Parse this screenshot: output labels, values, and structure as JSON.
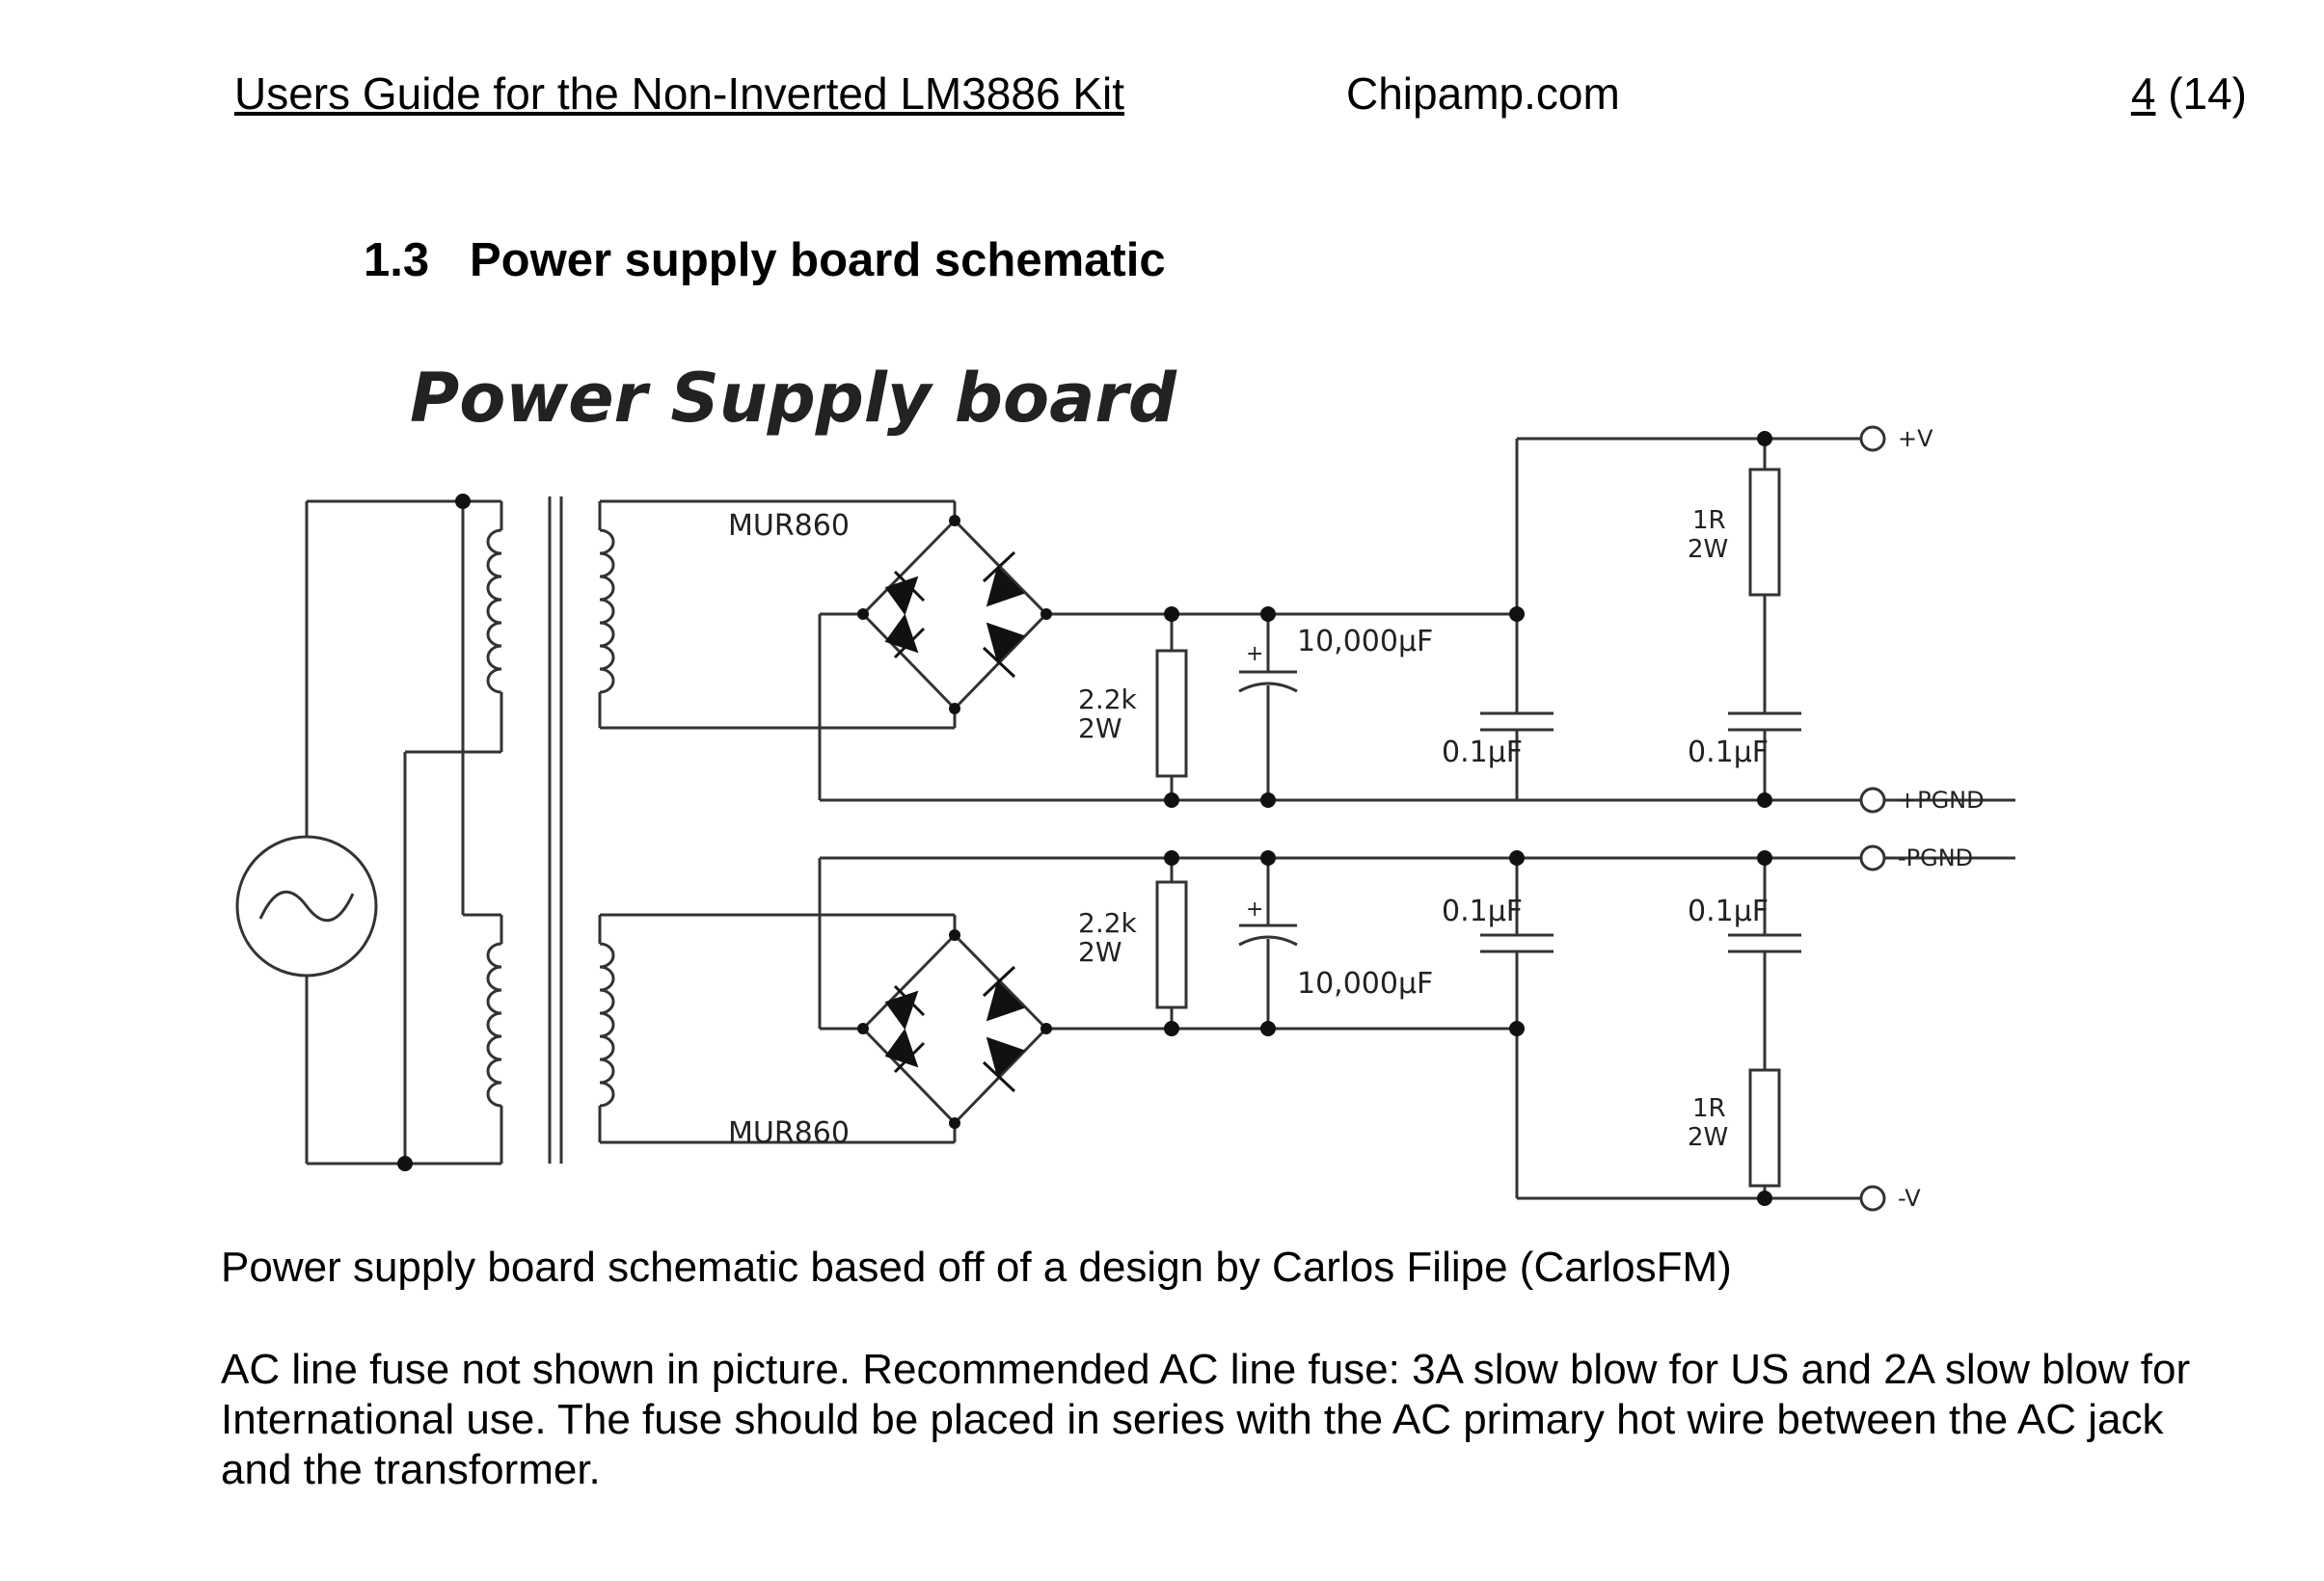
{
  "header": {
    "doc_title": "Users Guide for the Non-Inverted LM3886 Kit",
    "site": "Chipamp.com",
    "page_num": "4",
    "page_total": "(14)"
  },
  "section": {
    "number": "1.3",
    "title": "Power supply board schematic"
  },
  "schematic": {
    "title": "Power Supply board",
    "rectifier_top": "MUR860",
    "rectifier_bottom": "MUR860",
    "resistor_bleed_top": [
      "2.2k",
      "2W"
    ],
    "resistor_bleed_bottom": [
      "2.2k",
      "2W"
    ],
    "cap_main_top": "10,000µF",
    "cap_main_bottom": "10,000µF",
    "cap_film_1": "0.1µF",
    "cap_film_2": "0.1µF",
    "cap_film_3": "0.1µF",
    "cap_film_4": "0.1µF",
    "resistor_out_top": [
      "1R",
      "2W"
    ],
    "resistor_out_bottom": [
      "1R",
      "2W"
    ],
    "terminal_pos_v": "+V",
    "terminal_pos_gnd": "+PGND",
    "terminal_neg_gnd": "-PGND",
    "terminal_neg_v": "-V",
    "plus_sign": "+"
  },
  "caption": "Power supply board schematic based off of a design by Carlos Filipe (CarlosFM)",
  "note": "AC line fuse not shown in picture.  Recommended AC line fuse:  3A slow blow for US and 2A slow blow for International use.  The fuse should be placed in series with the AC primary hot wire between the AC jack and the transformer."
}
